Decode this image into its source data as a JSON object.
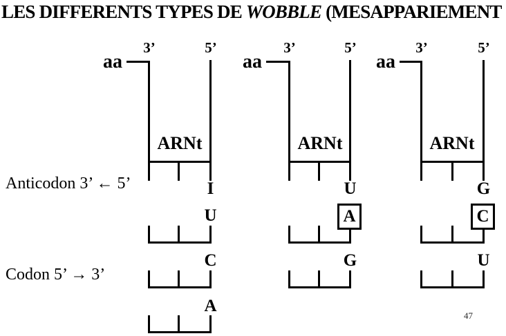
{
  "title": {
    "part1": "LES DIFFERENTS TYPES DE ",
    "part2_italic": "WOBBLE",
    "part3": " (MESAPPARIEMENT"
  },
  "side_labels": {
    "anticodon_direction": "Anticodon 3’ ← 5’",
    "codon_direction": "Codon 5’ → 3’"
  },
  "page_number": "47",
  "diagrams": [
    {
      "aa_label": "aa",
      "three_prime_label": "3’",
      "five_prime_label": "5’",
      "trna_label": "ARNt",
      "anticodon_wobble_base": "I",
      "codon_bases": [
        {
          "letter": "U",
          "boxed": false
        },
        {
          "letter": "C",
          "boxed": false
        },
        {
          "letter": "A",
          "boxed": false
        }
      ]
    },
    {
      "aa_label": "aa",
      "three_prime_label": "3’",
      "five_prime_label": "5’",
      "trna_label": "ARNt",
      "anticodon_wobble_base": "U",
      "codon_bases": [
        {
          "letter": "A",
          "boxed": true
        },
        {
          "letter": "G",
          "boxed": false
        }
      ]
    },
    {
      "aa_label": "aa",
      "three_prime_label": "3’",
      "five_prime_label": "5’",
      "trna_label": "ARNt",
      "anticodon_wobble_base": "G",
      "codon_bases": [
        {
          "letter": "C",
          "boxed": true
        },
        {
          "letter": "U",
          "boxed": false
        }
      ]
    }
  ]
}
